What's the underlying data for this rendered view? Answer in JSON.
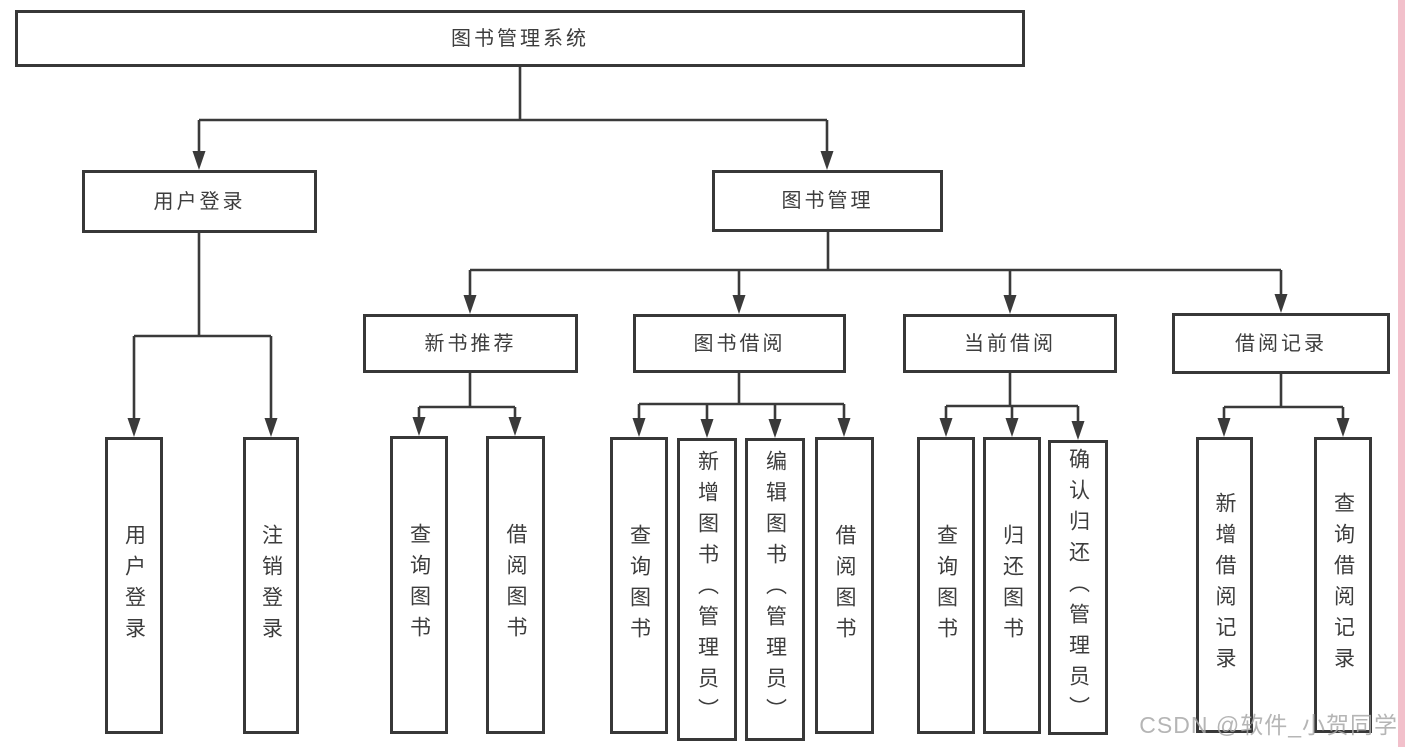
{
  "page": {
    "background": "#ffffff",
    "line_color": "#3a3a3a",
    "border_color": "#383838",
    "text_color": "#3d3d3d",
    "watermark_text": "CSDN @软件_小贺同学",
    "watermark_color": "#a8a8a8",
    "accent_strip_color": "#f2c0cb"
  },
  "nodes": [
    {
      "id": "system-root",
      "label": "图书管理系统"
    },
    {
      "id": "user-login",
      "label": "用户登录"
    },
    {
      "id": "book-management",
      "label": "图书管理"
    },
    {
      "id": "new-book-recommend",
      "label": "新书推荐"
    },
    {
      "id": "book-borrowing",
      "label": "图书借阅"
    },
    {
      "id": "current-borrowing",
      "label": "当前借阅"
    },
    {
      "id": "borrowing-records",
      "label": "借阅记录"
    },
    {
      "id": "leaf-user-login",
      "label": "用户登录"
    },
    {
      "id": "leaf-logout",
      "label": "注销登录"
    },
    {
      "id": "leaf-query-books-1",
      "label": "查询图书"
    },
    {
      "id": "leaf-borrow-books-1",
      "label": "借阅图书"
    },
    {
      "id": "leaf-query-books-2",
      "label": "查询图书"
    },
    {
      "id": "leaf-add-books-admin",
      "label": "新增图书（管理员）"
    },
    {
      "id": "leaf-edit-books-admin",
      "label": "编辑图书（管理员）"
    },
    {
      "id": "leaf-borrow-books-2",
      "label": "借阅图书"
    },
    {
      "id": "leaf-query-books-3",
      "label": "查询图书"
    },
    {
      "id": "leaf-return-books",
      "label": "归还图书"
    },
    {
      "id": "leaf-confirm-return-admin",
      "label": "确认归还（管理员）"
    },
    {
      "id": "leaf-add-borrow-record",
      "label": "新增借阅记录"
    },
    {
      "id": "leaf-query-borrow-record",
      "label": "查询借阅记录"
    }
  ]
}
